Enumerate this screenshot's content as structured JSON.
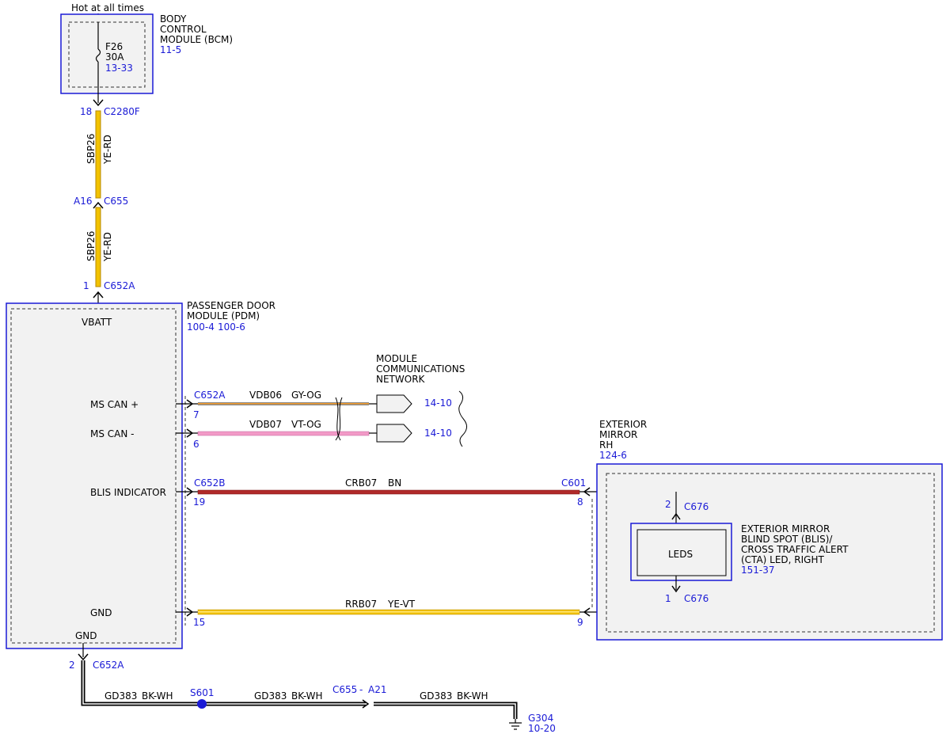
{
  "top_supply": {
    "label": "Hot at all times"
  },
  "bcm": {
    "name_lines": [
      "BODY",
      "CONTROL",
      "MODULE (BCM)"
    ],
    "ref": "11-5",
    "fuse": {
      "name": "F26",
      "rating": "30A",
      "ref": "13-33"
    },
    "pin": "18",
    "connector": "C2280F"
  },
  "wire_sbp26_upper": {
    "circuit": "SBP26",
    "color": "YE-RD"
  },
  "inline_c655": {
    "pin": "A16",
    "connector": "C655"
  },
  "wire_sbp26_lower": {
    "circuit": "SBP26",
    "color": "YE-RD"
  },
  "pdm_supply_conn": {
    "pin": "1",
    "connector": "C652A"
  },
  "pdm": {
    "name_lines": [
      "PASSENGER DOOR",
      "MODULE (PDM)"
    ],
    "refs": [
      "100-4",
      "100-6"
    ],
    "pins": {
      "vbatt": "VBATT",
      "ms_can_plus": "MS CAN +",
      "ms_can_minus": "MS CAN -",
      "blis": "BLIS INDICATOR",
      "gnd_inner": "GND",
      "gnd_bottom": "GND"
    }
  },
  "network": {
    "name_lines": [
      "MODULE",
      "COMMUNICATIONS",
      "NETWORK"
    ],
    "connector": "C652A",
    "can_plus": {
      "pin": "7",
      "circuit": "VDB06",
      "color": "GY-OG",
      "ref": "14-10"
    },
    "can_minus": {
      "pin": "6",
      "circuit": "VDB07",
      "color": "VT-OG",
      "ref": "14-10"
    }
  },
  "blis_wire": {
    "pdm_connector": "C652B",
    "pdm_pin": "19",
    "circuit": "CRB07",
    "color": "BN",
    "mirror_connector": "C601",
    "mirror_pin": "8"
  },
  "gnd_wire": {
    "pdm_pin": "15",
    "circuit": "RRB07",
    "color": "YE-VT",
    "mirror_pin": "9"
  },
  "mirror": {
    "name_lines": [
      "EXTERIOR",
      "MIRROR",
      "RH"
    ],
    "ref": "124-6",
    "led_conn_top": {
      "pin": "2",
      "connector": "C676"
    },
    "led_conn_bottom": {
      "pin": "1",
      "connector": "C676"
    },
    "led_label": "LEDS",
    "led_desc_lines": [
      "EXTERIOR MIRROR",
      "BLIND SPOT (BLIS)/",
      "CROSS TRAFFIC ALERT",
      "(CTA) LED, RIGHT"
    ],
    "led_ref": "151-37"
  },
  "ground": {
    "pin": "2",
    "connector": "C652A",
    "seg1": {
      "circuit": "GD383",
      "color": "BK-WH"
    },
    "splice": "S601",
    "seg2": {
      "circuit": "GD383",
      "color": "BK-WH"
    },
    "inline": {
      "connector": "C655",
      "sep": "-",
      "pin": "A21"
    },
    "seg3": {
      "circuit": "GD383",
      "color": "BK-WH"
    },
    "ground_point": "G304",
    "ground_ref": "10-20"
  },
  "colors": {
    "module_border": "#1a1ad6",
    "module_fill": "#f2f2f2",
    "label_blue": "#1a1ad6",
    "wire_yellow": "#f2c200",
    "wire_yellow_edge": "#b78a00",
    "wire_brown": "#b02a2a",
    "wire_pink": "#f29ac7",
    "wire_gray_og": "#8a8a8a"
  }
}
